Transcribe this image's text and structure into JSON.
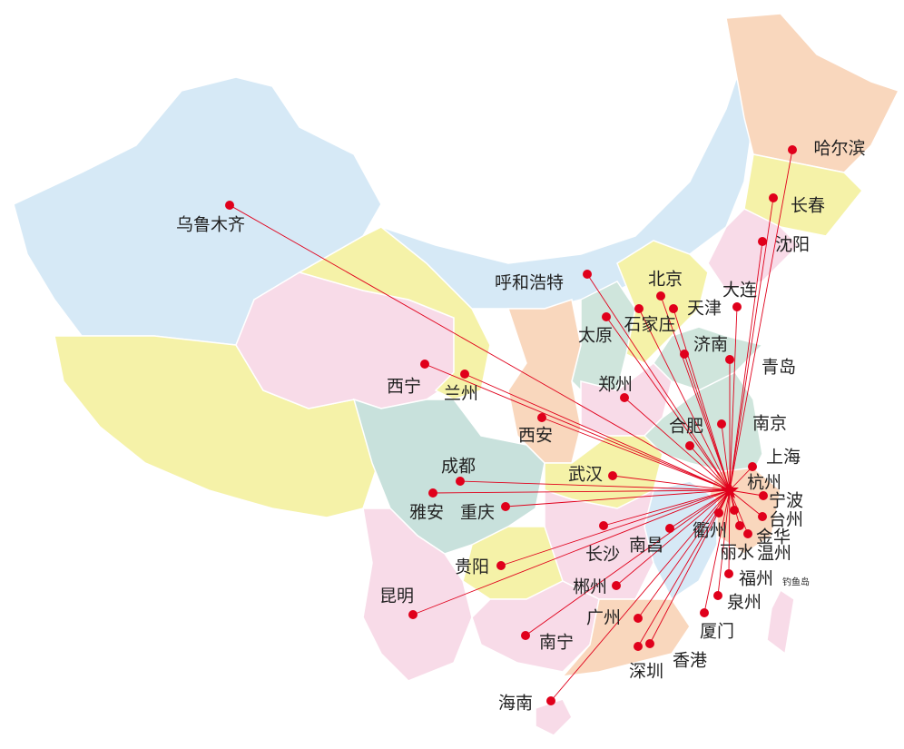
{
  "hub": {
    "name": "杭州",
    "color": "#e0001b"
  },
  "line_color": "#e0001b",
  "dot_color": "#e0001b",
  "annotation": "钓鱼岛",
  "cities": [
    {
      "name": "哈尔滨",
      "d": [
        873,
        165
      ],
      "l": [
        925,
        162
      ]
    },
    {
      "name": "长春",
      "d": [
        852,
        218
      ],
      "l": [
        890,
        225
      ]
    },
    {
      "name": "沈阳",
      "d": [
        840,
        266
      ],
      "l": [
        873,
        268
      ]
    },
    {
      "name": "大连",
      "d": [
        812,
        338
      ],
      "l": [
        815,
        318
      ]
    },
    {
      "name": "北京",
      "d": [
        728,
        326
      ],
      "l": [
        733,
        306
      ]
    },
    {
      "name": "天津",
      "d": [
        742,
        340
      ],
      "l": [
        776,
        338
      ]
    },
    {
      "name": "石家庄",
      "d": [
        704,
        340
      ],
      "l": [
        716,
        356
      ]
    },
    {
      "name": "太原",
      "d": [
        668,
        349
      ],
      "l": [
        656,
        368
      ]
    },
    {
      "name": "呼和浩特",
      "d": [
        647,
        302
      ],
      "l": [
        583,
        310
      ]
    },
    {
      "name": "济南",
      "d": [
        754,
        390
      ],
      "l": [
        783,
        378
      ]
    },
    {
      "name": "青岛",
      "d": [
        804,
        396
      ],
      "l": [
        858,
        403
      ]
    },
    {
      "name": "郑州",
      "d": [
        688,
        438
      ],
      "l": [
        678,
        422
      ]
    },
    {
      "name": "南京",
      "d": [
        795,
        467
      ],
      "l": [
        848,
        465
      ]
    },
    {
      "name": "合肥",
      "d": [
        760,
        491
      ],
      "l": [
        756,
        468
      ]
    },
    {
      "name": "上海",
      "d": [
        829,
        514
      ],
      "l": [
        863,
        502
      ]
    },
    {
      "name": "杭州",
      "d": null,
      "l": [
        842,
        530
      ]
    },
    {
      "name": "宁波",
      "d": [
        841,
        546
      ],
      "l": [
        866,
        550
      ]
    },
    {
      "name": "台州",
      "d": [
        840,
        569
      ],
      "l": [
        866,
        571
      ]
    },
    {
      "name": "金华",
      "d": [
        824,
        588
      ],
      "l": [
        852,
        590
      ]
    },
    {
      "name": "温州",
      "d": [
        815,
        579
      ],
      "l": [
        853,
        608
      ]
    },
    {
      "name": "衢州",
      "d": [
        792,
        565
      ],
      "l": [
        782,
        583
      ]
    },
    {
      "name": "丽水",
      "d": [
        809,
        562
      ],
      "l": [
        812,
        607
      ]
    },
    {
      "name": "福州",
      "d": [
        803,
        632
      ],
      "l": [
        833,
        636
      ]
    },
    {
      "name": "泉州",
      "d": [
        791,
        656
      ],
      "l": [
        820,
        662
      ]
    },
    {
      "name": "厦门",
      "d": [
        776,
        675
      ],
      "l": [
        790,
        694
      ]
    },
    {
      "name": "香港",
      "d": [
        716,
        709
      ],
      "l": [
        760,
        726
      ]
    },
    {
      "name": "深圳",
      "d": [
        703,
        712
      ],
      "l": [
        712,
        738
      ]
    },
    {
      "name": "广州",
      "d": [
        703,
        681
      ],
      "l": [
        665,
        679
      ]
    },
    {
      "name": "南宁",
      "d": [
        579,
        700
      ],
      "l": [
        613,
        706
      ]
    },
    {
      "name": "海南",
      "d": [
        607,
        772
      ],
      "l": [
        568,
        773
      ]
    },
    {
      "name": "郴州",
      "d": [
        679,
        645
      ],
      "l": [
        650,
        645
      ]
    },
    {
      "name": "长沙",
      "d": [
        665,
        579
      ],
      "l": [
        664,
        609
      ]
    },
    {
      "name": "南昌",
      "d": [
        738,
        582
      ],
      "l": [
        712,
        599
      ]
    },
    {
      "name": "贵阳",
      "d": [
        552,
        623
      ],
      "l": [
        520,
        623
      ]
    },
    {
      "name": "昆明",
      "d": [
        455,
        677
      ],
      "l": [
        437,
        655
      ]
    },
    {
      "name": "重庆",
      "d": [
        557,
        558
      ],
      "l": [
        526,
        563
      ]
    },
    {
      "name": "雅安",
      "d": [
        477,
        543
      ],
      "l": [
        470,
        563
      ]
    },
    {
      "name": "成都",
      "d": [
        507,
        530
      ],
      "l": [
        505,
        512
      ]
    },
    {
      "name": "武汉",
      "d": [
        675,
        524
      ],
      "l": [
        645,
        521
      ]
    },
    {
      "name": "西安",
      "d": [
        597,
        460
      ],
      "l": [
        590,
        478
      ]
    },
    {
      "name": "兰州",
      "d": [
        512,
        412
      ],
      "l": [
        508,
        432
      ]
    },
    {
      "name": "西宁",
      "d": [
        468,
        401
      ],
      "l": [
        445,
        424
      ]
    },
    {
      "name": "乌鲁木齐",
      "d": [
        253,
        226
      ],
      "l": [
        232,
        246
      ]
    }
  ]
}
